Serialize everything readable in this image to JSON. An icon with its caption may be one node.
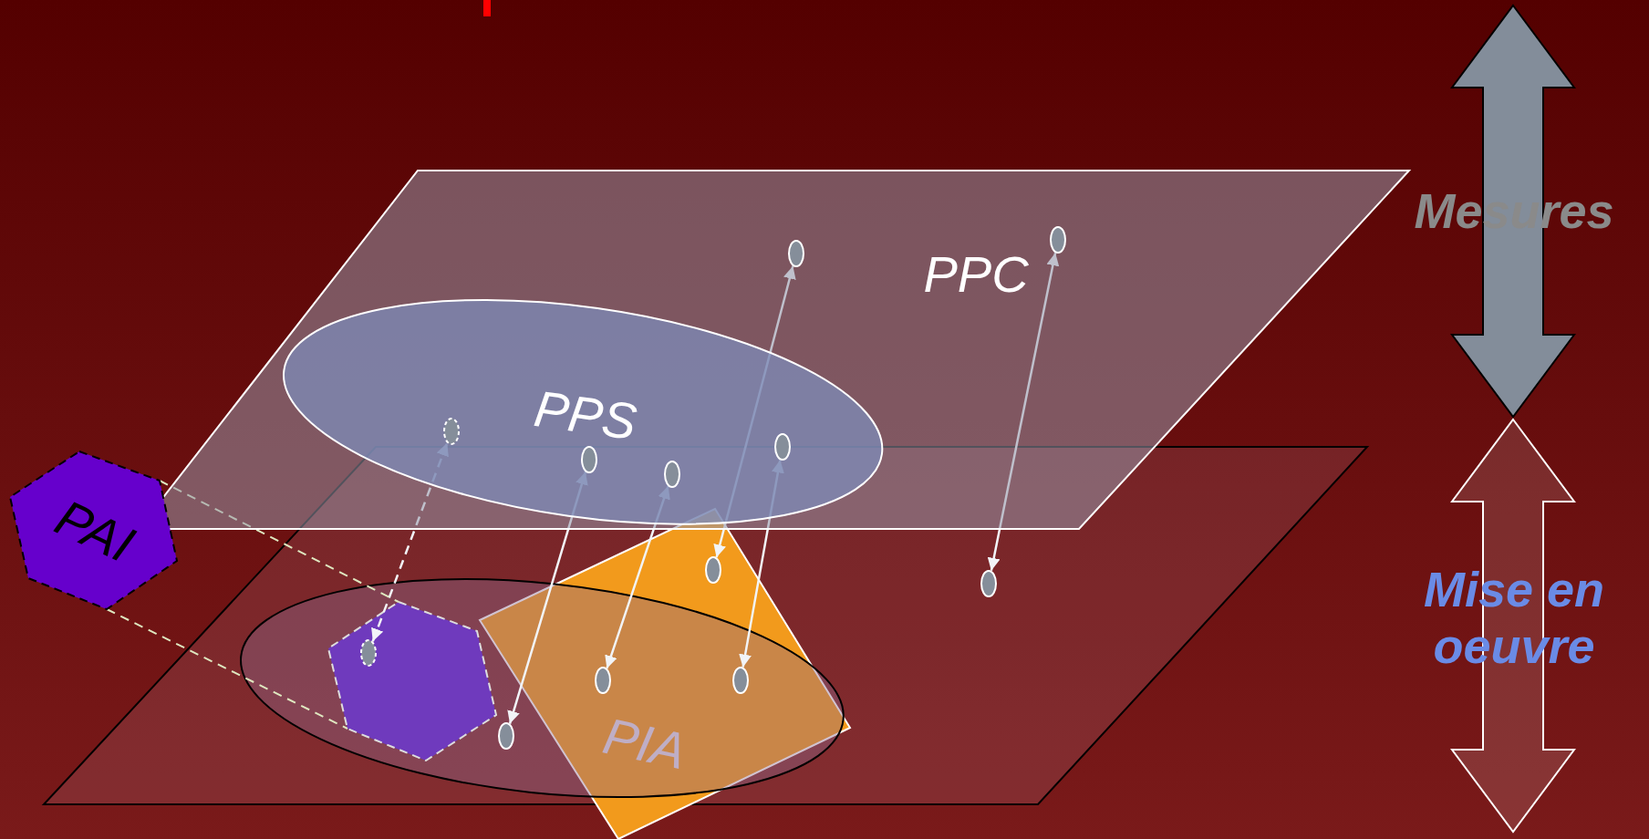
{
  "diagram": {
    "nodes": [
      {
        "text": [
          "PPC"
        ]
      },
      {
        "text": [
          "PPS"
        ],
        "in": 0
      },
      {
        "text": [],
        "shape": "ellipse",
        "in": 0
      },
      {
        "text": [],
        "shape": "ellipse",
        "in": 0
      },
      {
        "text": [],
        "shape": "ellipse",
        "in": 1
      },
      {
        "text": [],
        "shape": "ellipse",
        "in": 1
      },
      {
        "text": [],
        "shape": "ellipse"
      },
      {
        "text": [],
        "shape": "ellipse"
      },
      {
        "text": [
          "PAI"
        ]
      },
      {
        "text": [],
        "shape": "parallelogram"
      },
      {
        "text": [],
        "shape": "ellipse",
        "in": 9
      },
      {
        "text": [],
        "shape": "hexagon",
        "in": 10
      },
      {
        "text": [
          "PIA"
        ]
      },
      {
        "text": [],
        "shape": "ellipse",
        "in": 12
      },
      {
        "text": [],
        "shape": "ellipse",
        "in": 9
      },
      {
        "text": [],
        "shape": "ellipse"
      },
      {
        "text": [],
        "shape": "ellipse"
      },
      {
        "text": [],
        "shape": "ellipse",
        "in": 11
      },
      {
        "text": [],
        "shape": "ellipse",
        "in": 10
      }
    ],
    "edges": [
      {
        "from": 17,
        "to": 4,
        "arrow": "both",
        "style": "dashed"
      },
      {
        "from": 18,
        "to": 6,
        "arrow": "both"
      },
      {
        "from": 15,
        "to": 7,
        "arrow": "both"
      },
      {
        "from": 13,
        "to": 2,
        "arrow": "both"
      },
      {
        "from": 16,
        "to": 5,
        "arrow": "both"
      },
      {
        "from": 14,
        "to": 3,
        "arrow": "both"
      },
      {
        "from": 8,
        "to": 11,
        "arrow": "none",
        "style": "dashed",
        "color": "#dfe8c0"
      },
      {
        "from": 8,
        "to": 11,
        "arrow": "none",
        "style": "dashed",
        "color": "#dfe8c0"
      }
    ],
    "labels": [
      "Mesures",
      "Mise en oeuvre"
    ]
  }
}
